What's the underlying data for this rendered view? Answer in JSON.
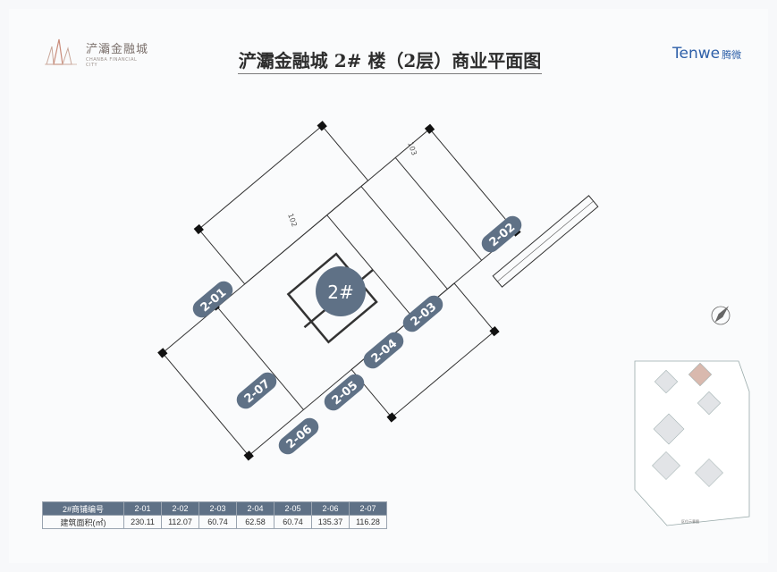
{
  "header": {
    "logo_cn": "浐灞金融城",
    "logo_en": "CHANBA FINANCIAL CITY",
    "title": "浐灞金融城 2# 楼（2层）商业平面图",
    "brand_en": "Tenwe",
    "brand_cn": "腾微"
  },
  "plan": {
    "building_label": "2#",
    "units": [
      "2-01",
      "2-02",
      "2-03",
      "2-04",
      "2-05",
      "2-06",
      "2-07"
    ],
    "rooms": [
      "102",
      "103"
    ]
  },
  "table": {
    "row1_label": "2#商铺编号",
    "row2_label": "建筑面积(㎡)",
    "ids": [
      "2-01",
      "2-02",
      "2-03",
      "2-04",
      "2-05",
      "2-06",
      "2-07"
    ],
    "areas": [
      "230.11",
      "112.07",
      "60.74",
      "62.58",
      "60.74",
      "135.37",
      "116.28"
    ]
  },
  "keyplan": {
    "caption": "区位示意图"
  },
  "colors": {
    "unit_fill": "#5f7186",
    "line": "#333333",
    "brand": "#2d5fa8"
  }
}
